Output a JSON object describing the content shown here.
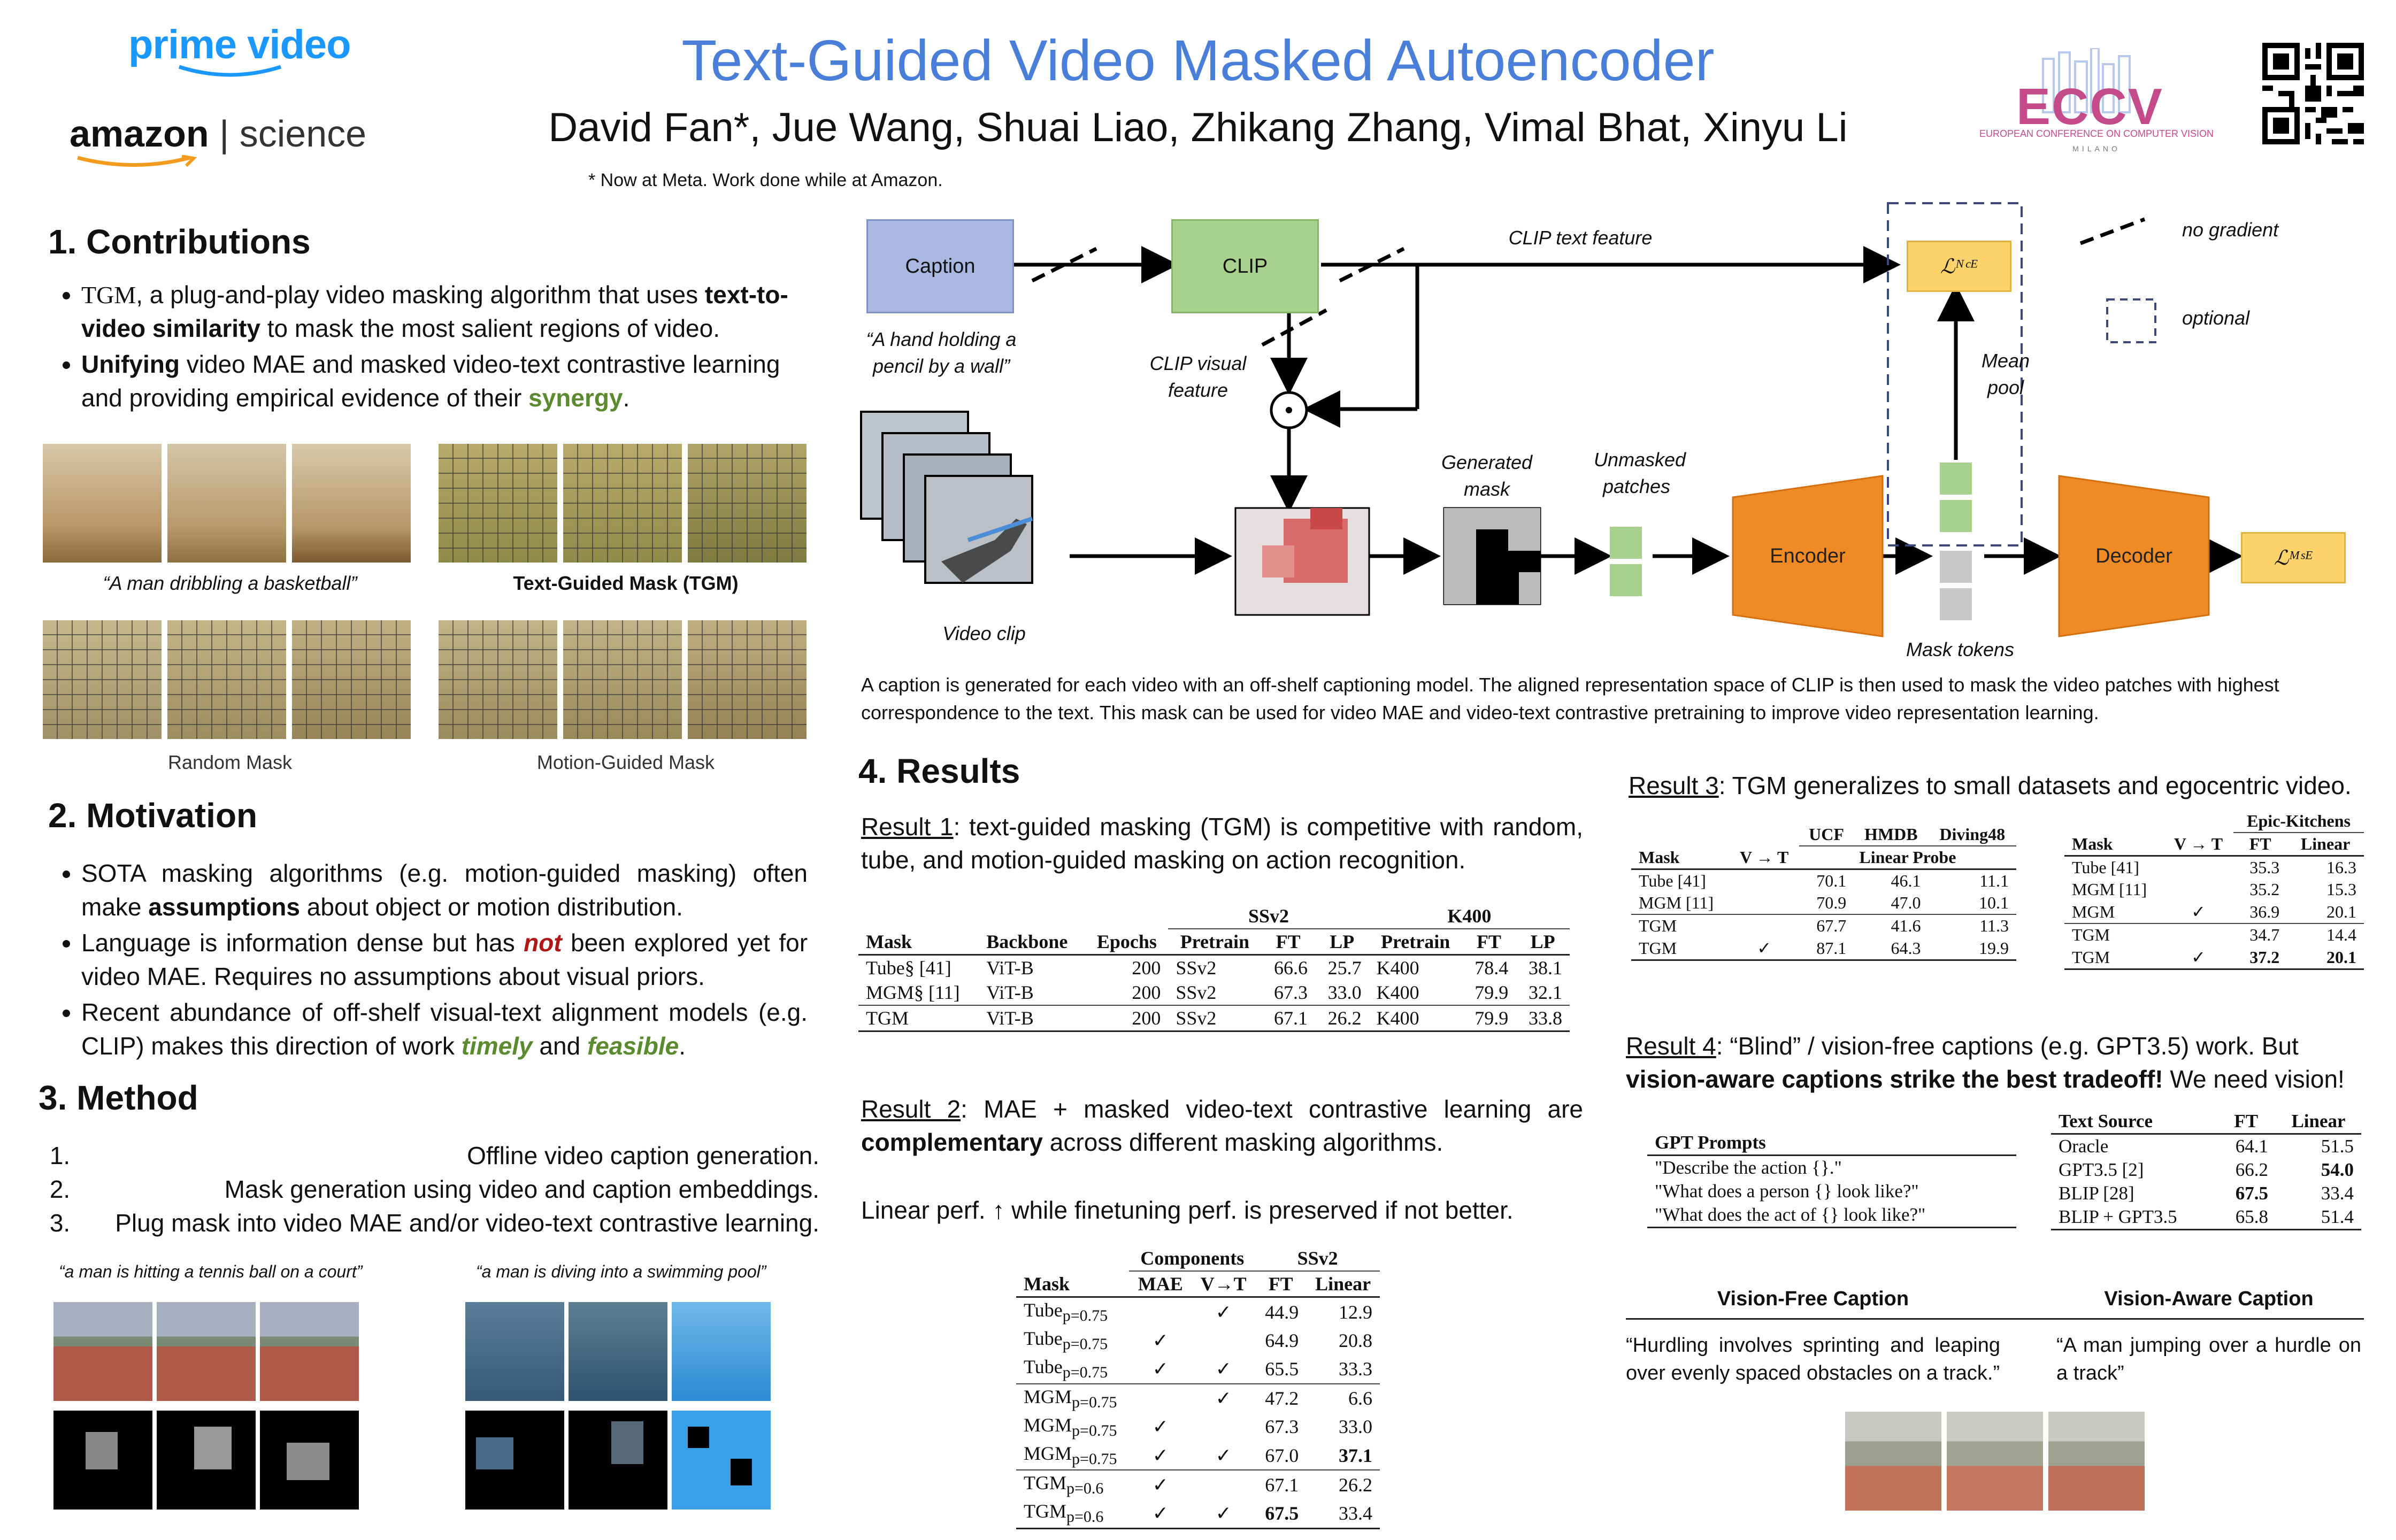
{
  "header": {
    "title": "Text-Guided Video Masked Autoencoder",
    "authors": "David Fan*, Jue Wang, Shuai Liao, Zhikang Zhang, Vimal Bhat, Xinyu Li",
    "footnote": "* Now at Meta. Work done while at Amazon.",
    "logo_pv": "prime video",
    "logo_amazon": "amazon",
    "logo_science": "| science",
    "eccv_logo": "ECCV",
    "eccv_sub": "EUROPEAN CONFERENCE ON COMPUTER VISION",
    "eccv_city": "MILANO"
  },
  "contrib": {
    "heading": "1. Contributions",
    "b1_a": "TGM",
    "b1_b": ", a plug-and-play video masking algorithm that uses ",
    "b1_c": "text-to-video similarity",
    "b1_d": " to mask the most salient regions of video.",
    "b2_a": "Unifying",
    "b2_b": " video MAE and masked video-text contrastive learning and providing empirical evidence of their ",
    "b2_c": "synergy",
    "b2_d": ".",
    "cap1": "“A man dribbling a basketball”",
    "cap2": "Text-Guided Mask (TGM)",
    "cap3": "Random Mask",
    "cap4": "Motion-Guided Mask"
  },
  "motivation": {
    "heading": "2. Motivation",
    "b1_a": "SOTA masking algorithms (e.g. motion-guided masking) often make ",
    "b1_b": "assumptions",
    "b1_c": " about object or motion distribution.",
    "b2_a": "Language is information dense but has ",
    "b2_b": "not",
    "b2_c": " been explored yet for video MAE. Requires no assumptions about visual priors.",
    "b3_a": "Recent abundance of off-shelf visual-text alignment models (e.g. CLIP) makes this direction of work ",
    "b3_b": "timely",
    "b3_c": " and ",
    "b3_d": "feasible",
    "b3_e": "."
  },
  "method": {
    "heading": "3. Method",
    "steps": [
      "Offline video caption generation.",
      "Mask generation using video and caption embeddings.",
      "Plug mask into video MAE and/or video-text contrastive learning."
    ],
    "ex1": "“a man is hitting a tennis ball on a court”",
    "ex2": "“a man is diving into a swimming pool”"
  },
  "diagram": {
    "caption_box": "Caption",
    "clip_box": "CLIP",
    "caption_text": "“A hand holding a pencil by a wall”",
    "clip_text_feature": "CLIP text feature",
    "clip_visual": "CLIP visual feature",
    "video_clip": "Video clip",
    "generated_mask": "Generated mask",
    "unmasked": "Unmasked patches",
    "encoder": "Encoder",
    "decoder": "Decoder",
    "mask_tokens": "Mask tokens",
    "mean_pool": "Mean pool",
    "loss_nce": "ℒᴺᶜᴱ",
    "loss_mse": "ℒᴹˢᴱ",
    "no_gradient": "no gradient",
    "optional": "optional",
    "description": "A caption is generated for each video with an off-shelf captioning model. The aligned representation space of CLIP is then used to mask the video patches with highest correspondence to the text. This mask can be used for video MAE and video-text contrastive pretraining to improve video representation learning."
  },
  "results": {
    "heading": "4. Results",
    "r1_label": "Result 1",
    "r1_text": ": text-guided masking (TGM) is competitive with random, tube, and motion-guided masking on action recognition.",
    "r2_label": "Result 2",
    "r2_text_a": ": MAE + masked video-text contrastive learning are ",
    "r2_text_b": "complementary",
    "r2_text_c": " across different masking algorithms.",
    "r2_linear": "Linear perf. ↑ while finetuning perf. is preserved if not better.",
    "r3_label": "Result 3",
    "r3_text": ": TGM generalizes to small datasets and egocentric video.",
    "r4_label": "Result 4",
    "r4_text_a": ": “Blind” / vision-free captions (e.g. GPT3.5) work. But ",
    "r4_text_b": "vision-aware captions strike the best tradeoff!",
    "r4_text_c": " We need vision!",
    "vf_title": "Vision-Free Caption",
    "va_title": "Vision-Aware Caption",
    "vf_text": "“Hurdling involves sprinting and leaping over evenly spaced obstacles on a track.”",
    "va_text": "“A man jumping over a hurdle on a track”"
  },
  "table1": {
    "groups": [
      "SSv2",
      "K400"
    ],
    "headers": [
      "Mask",
      "Backbone",
      "Epochs",
      "Pretrain",
      "FT",
      "LP",
      "Pretrain",
      "FT",
      "LP"
    ],
    "rows": [
      [
        "Tube§ [41]",
        "ViT-B",
        "200",
        "SSv2",
        "66.6",
        "25.7",
        "K400",
        "78.4",
        "38.1"
      ],
      [
        "MGM§ [11]",
        "ViT-B",
        "200",
        "SSv2",
        "67.3",
        "33.0",
        "K400",
        "79.9",
        "32.1"
      ],
      [
        "TGM",
        "ViT-B",
        "200",
        "SSv2",
        "67.1",
        "26.2",
        "K400",
        "79.9",
        "33.8"
      ]
    ]
  },
  "table2": {
    "groups": [
      "Components",
      "SSv2"
    ],
    "headers": [
      "Mask",
      "MAE",
      "V→T",
      "FT",
      "Linear"
    ],
    "rows": [
      [
        "Tube",
        "p=0.75",
        "",
        "✓",
        "44.9",
        "12.9"
      ],
      [
        "Tube",
        "p=0.75",
        "✓",
        "",
        "64.9",
        "20.8"
      ],
      [
        "Tube",
        "p=0.75",
        "✓",
        "✓",
        "65.5",
        "33.3"
      ],
      [
        "MGM",
        "p=0.75",
        "",
        "✓",
        "47.2",
        "6.6"
      ],
      [
        "MGM",
        "p=0.75",
        "✓",
        "",
        "67.3",
        "33.0"
      ],
      [
        "MGM",
        "p=0.75",
        "✓",
        "✓",
        "67.0",
        "37.1"
      ],
      [
        "TGM",
        "p=0.6",
        "✓",
        "",
        "67.1",
        "26.2"
      ],
      [
        "TGM",
        "p=0.6",
        "✓",
        "✓",
        "67.5",
        "33.4"
      ]
    ]
  },
  "table3": {
    "groups": [
      "UCF",
      "HMDB",
      "Diving48"
    ],
    "headers": [
      "Mask",
      "V → T",
      "Linear Probe"
    ],
    "rows": [
      [
        "Tube [41]",
        "",
        "70.1",
        "46.1",
        "11.1"
      ],
      [
        "MGM [11]",
        "",
        "70.9",
        "47.0",
        "10.1"
      ],
      [
        "TGM",
        "",
        "67.7",
        "41.6",
        "11.3"
      ],
      [
        "TGM",
        "✓",
        "87.1",
        "64.3",
        "19.9"
      ]
    ]
  },
  "table4": {
    "group": "Epic-Kitchens",
    "headers": [
      "Mask",
      "V → T",
      "FT",
      "Linear"
    ],
    "rows": [
      [
        "Tube [41]",
        "",
        "35.3",
        "16.3"
      ],
      [
        "MGM [11]",
        "",
        "35.2",
        "15.3"
      ],
      [
        "MGM",
        "✓",
        "36.9",
        "20.1"
      ],
      [
        "TGM",
        "",
        "34.7",
        "14.4"
      ],
      [
        "TGM",
        "✓",
        "37.2",
        "20.1"
      ]
    ]
  },
  "table5": {
    "header": "GPT Prompts",
    "rows": [
      "\"Describe the action {}.\"",
      "\"What does a person {} look like?\"",
      "\"What does the act of {} look like?\""
    ]
  },
  "table6": {
    "headers": [
      "Text Source",
      "FT",
      "Linear"
    ],
    "rows": [
      [
        "Oracle",
        "64.1",
        "51.5"
      ],
      [
        "GPT3.5 [2]",
        "66.2",
        "54.0"
      ],
      [
        "BLIP [28]",
        "67.5",
        "33.4"
      ],
      [
        "BLIP + GPT3.5",
        "65.8",
        "51.4"
      ]
    ]
  }
}
